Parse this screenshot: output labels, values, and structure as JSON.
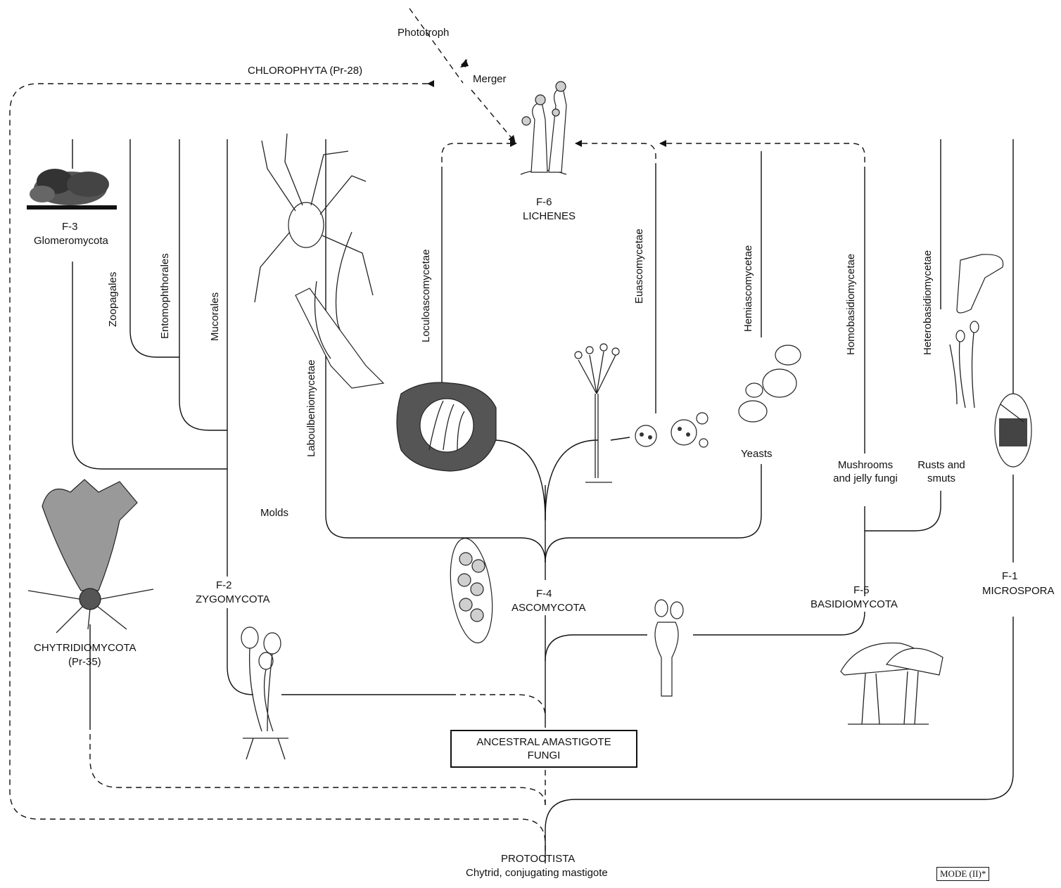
{
  "labels": {
    "phototroph": "Phototroph",
    "merger": "Merger",
    "chlorophyta": "CHLOROPHYTA (Pr-28)",
    "f6": "F-6",
    "lichenes": "LICHENES",
    "f3": "F-3",
    "glomeromycota": "Glomeromycota",
    "zoopagales": "Zoopagales",
    "entomophthorales": "Entomophthorales",
    "mucorales": "Mucorales",
    "laboulbeniomycetae": "Laboulbeniomycetae",
    "loculoascomycetae": "Loculoascomycetae",
    "euascomycetae": "Euascomycetae",
    "hemiascomycetae": "Hemiascomycetae",
    "homobasidiomycetae": "Homobasidiomycetae",
    "heterobasidiomycetae": "Heterobasidiomycetae",
    "yeasts": "Yeasts",
    "mushrooms": "Mushrooms and jelly fungi",
    "rusts": "Rusts and smuts",
    "molds": "Molds",
    "f1": "F-1",
    "microspora": "MICROSPORA",
    "f2": "F-2",
    "zygomycota": "ZYGOMYCOTA",
    "f4": "F-4",
    "ascomycota": "ASCOMYCOTA",
    "f5": "F-5",
    "basidiomycota": "BASIDIOMYCOTA",
    "chytridiomycota": "CHYTRIDIOMYCOTA",
    "pr35": "(Pr-35)",
    "ancestral_1": "ANCESTRAL AMASTIGOTE",
    "ancestral_2": "FUNGI",
    "protoctista": "PROTOCTISTA",
    "protoctista_sub": "Chytrid, conjugating mastigote",
    "mode": "MODE (II)*"
  }
}
